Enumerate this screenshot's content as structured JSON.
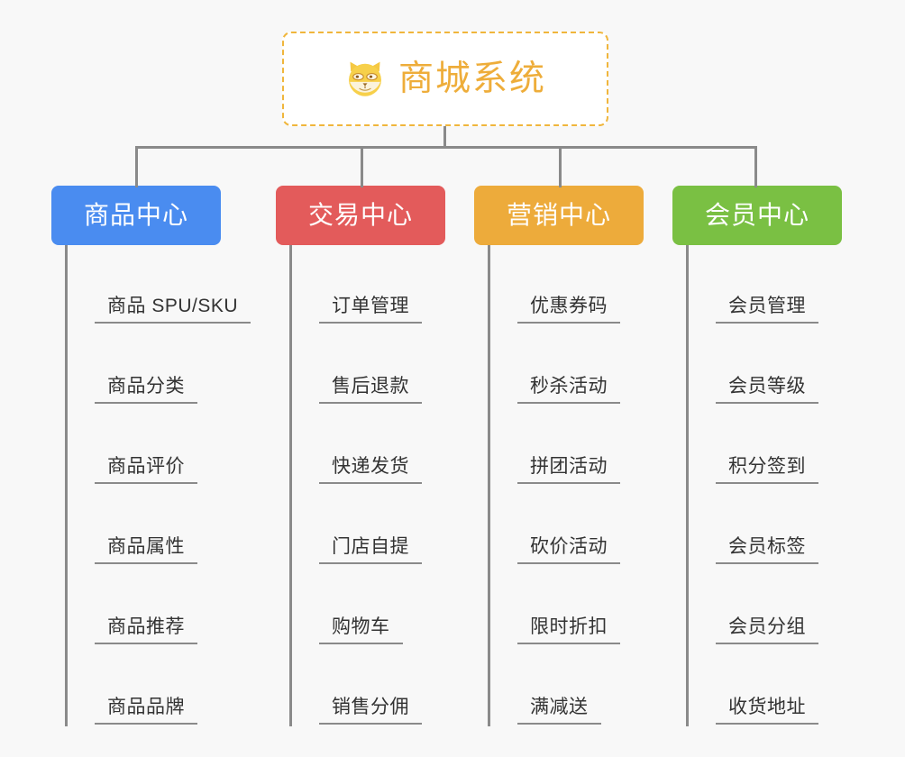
{
  "page": {
    "background_color": "#f8f8f8",
    "line_color": "#8a8a8a",
    "leaf_text_color": "#333333"
  },
  "root": {
    "title": "商城系统",
    "icon": "shiba-dog-face-icon",
    "text_color": "#eead3a",
    "border_color": "#f0b63c",
    "background_color": "#ffffff"
  },
  "columns": [
    {
      "label": "商品中心",
      "color": "#4a8cf0",
      "items": [
        "商品 SPU/SKU",
        "商品分类",
        "商品评价",
        "商品属性",
        "商品推荐",
        "商品品牌"
      ]
    },
    {
      "label": "交易中心",
      "color": "#e35b5b",
      "items": [
        "订单管理",
        "售后退款",
        "快递发货",
        "门店自提",
        "购物车",
        "销售分佣"
      ]
    },
    {
      "label": "营销中心",
      "color": "#edab3b",
      "items": [
        "优惠券码",
        "秒杀活动",
        "拼团活动",
        "砍价活动",
        "限时折扣",
        "满减送"
      ]
    },
    {
      "label": "会员中心",
      "color": "#7ac043",
      "items": [
        "会员管理",
        "会员等级",
        "积分签到",
        "会员标签",
        "会员分组",
        "收货地址"
      ]
    }
  ]
}
